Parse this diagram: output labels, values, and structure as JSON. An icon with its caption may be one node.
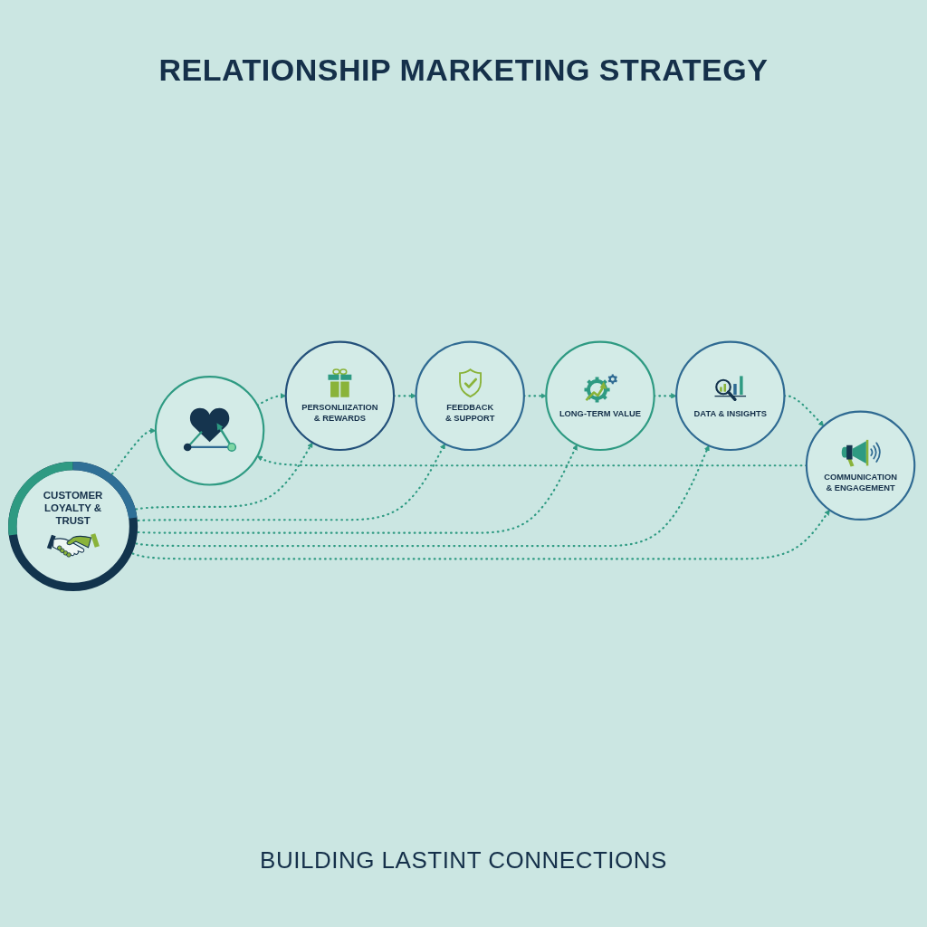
{
  "diagram": {
    "title": "RELATIONSHIP MARKETING STRATEGY",
    "nodes": [
      {
        "text": [],
        "shape": "circle"
      },
      {
        "text": [
          "COMMUNICATION & ENGAGEMENT"
        ]
      },
      {
        "text": [
          "PERSONLIIZATION & REWARDS"
        ]
      },
      {
        "text": [
          "CUSTOMER LOYALTY & TRUST"
        ]
      },
      {
        "text": [
          "DATA & INSIGHTS"
        ]
      },
      {
        "text": [
          "FEEDBACK & SUPPORT"
        ]
      },
      {
        "text": [
          "LONG-TERM VALUE"
        ]
      }
    ],
    "edges": [
      {
        "from": 0,
        "to": 2,
        "arrow": "to",
        "style": "dashed"
      },
      {
        "from": 2,
        "to": 5,
        "arrow": "to",
        "style": "dashed"
      },
      {
        "from": 5,
        "to": 6,
        "arrow": "to",
        "style": "dashed"
      },
      {
        "from": 6,
        "to": 4,
        "arrow": "to",
        "style": "dashed"
      },
      {
        "from": 4,
        "to": 1,
        "arrow": "to",
        "style": "dashed"
      },
      {
        "from": 1,
        "to": 0,
        "arrow": "to",
        "style": "dashed"
      },
      {
        "from": 3,
        "to": 0,
        "arrow": "to",
        "style": "dashed"
      },
      {
        "from": 3,
        "to": 2,
        "arrow": "to",
        "style": "dashed"
      },
      {
        "from": 3,
        "to": 5,
        "arrow": "to",
        "style": "dashed"
      },
      {
        "from": 3,
        "to": 6,
        "arrow": "to",
        "style": "dashed"
      },
      {
        "from": 3,
        "to": 4,
        "arrow": "to",
        "style": "dashed"
      },
      {
        "from": 3,
        "to": 1,
        "arrow": "to",
        "style": "dashed"
      }
    ],
    "caption": "BUILDING LASTINT CONNECTIONS"
  }
}
